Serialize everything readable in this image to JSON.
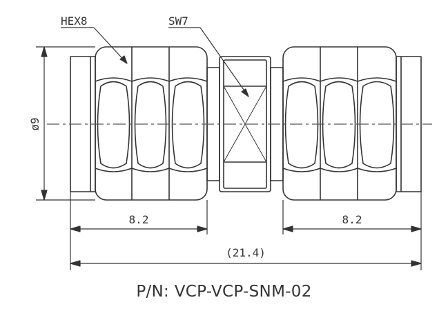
{
  "drawing": {
    "callouts": {
      "hex": "HEX8",
      "sw": "SW7"
    },
    "dimensions": {
      "diameter": "ø9",
      "left_length": "8.2",
      "right_length": "8.2",
      "overall_length": "(21.4)"
    }
  },
  "part_number": "P/N: VCP-VCP-SNM-02",
  "colors": {
    "line": "#333333",
    "centerline": "#555555",
    "background": "#ffffff"
  }
}
